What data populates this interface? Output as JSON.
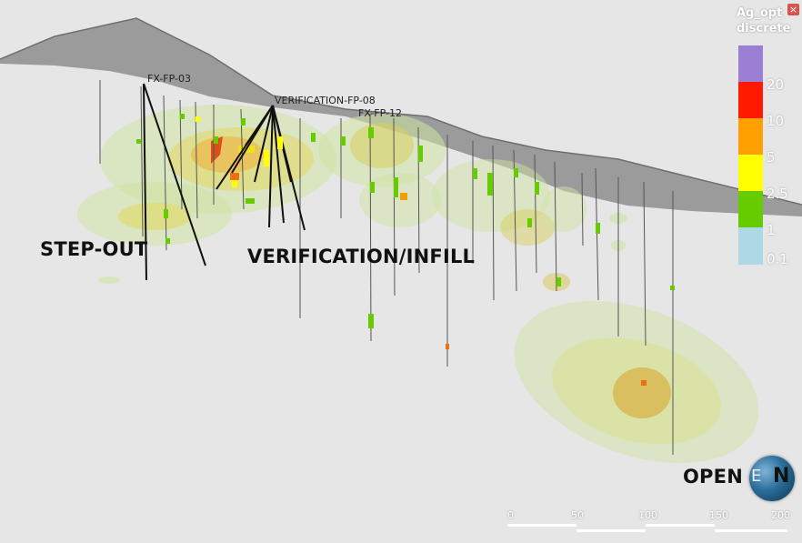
{
  "drillholes": {
    "label_1": "FX-FP-03",
    "label_2": "VERIFICATION-FP-08",
    "label_3": "FX-FP-12"
  },
  "annotations": {
    "step_out": "STEP-OUT",
    "verification": "VERIFICATION/INFILL",
    "open": "OPEN"
  },
  "legend": {
    "title_line1": "Ag_opt",
    "title_line2": "discrete",
    "close": "×",
    "bins": [
      {
        "label": "20",
        "color": "#9b7fd4"
      },
      {
        "label": "10",
        "color": "#ff1a00"
      },
      {
        "label": "5",
        "color": "#ffa000"
      },
      {
        "label": "2.5",
        "color": "#ffff00"
      },
      {
        "label": "1",
        "color": "#66cc00"
      },
      {
        "label": "0.1",
        "color": "#aed8e6"
      }
    ]
  },
  "compass": {
    "north": "N",
    "east": "E"
  },
  "scale": {
    "labels": [
      "0",
      "50",
      "100",
      "150",
      "200"
    ]
  },
  "colors": {
    "background": "#e6e6e6",
    "topography": "#8a8a8a",
    "shell_low": "#cfe3a4",
    "shell_mid": "#e3d860",
    "shell_high": "#e08c10"
  }
}
